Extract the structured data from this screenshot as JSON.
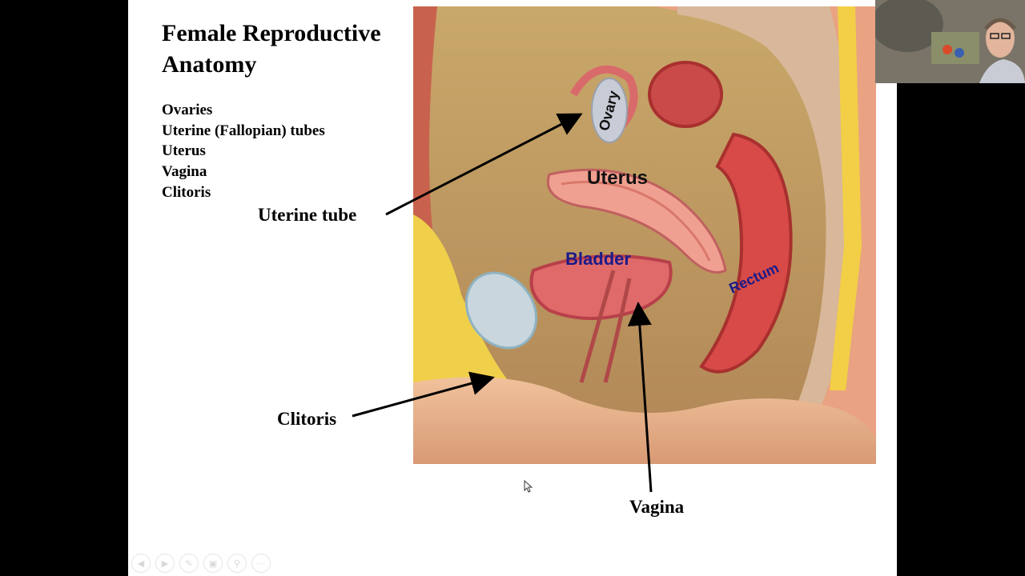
{
  "slide": {
    "title": "Female Reproductive Anatomy",
    "bullets": [
      "Ovaries",
      "Uterine (Fallopian) tubes",
      "Uterus",
      "Vagina",
      "Clitoris"
    ],
    "callouts": {
      "uterine_tube": "Uterine tube",
      "clitoris": "Clitoris",
      "vagina": "Vagina"
    }
  },
  "figure": {
    "labels": {
      "ovary": "Ovary",
      "uterus": "Uterus",
      "bladder": "Bladder",
      "rectum": "Rectum"
    },
    "colors": {
      "label_dark": "#111111",
      "label_blue": "#1a1a8a",
      "tissue": "#e48a7a",
      "fat": "#f0d04a",
      "skin": "#e9b08a"
    }
  },
  "slideshow_controls": [
    "previous-icon",
    "next-icon",
    "pen-icon",
    "slides-icon",
    "zoom-icon",
    "more-icon"
  ],
  "webcam": {
    "icon": "presenter-video-icon"
  }
}
